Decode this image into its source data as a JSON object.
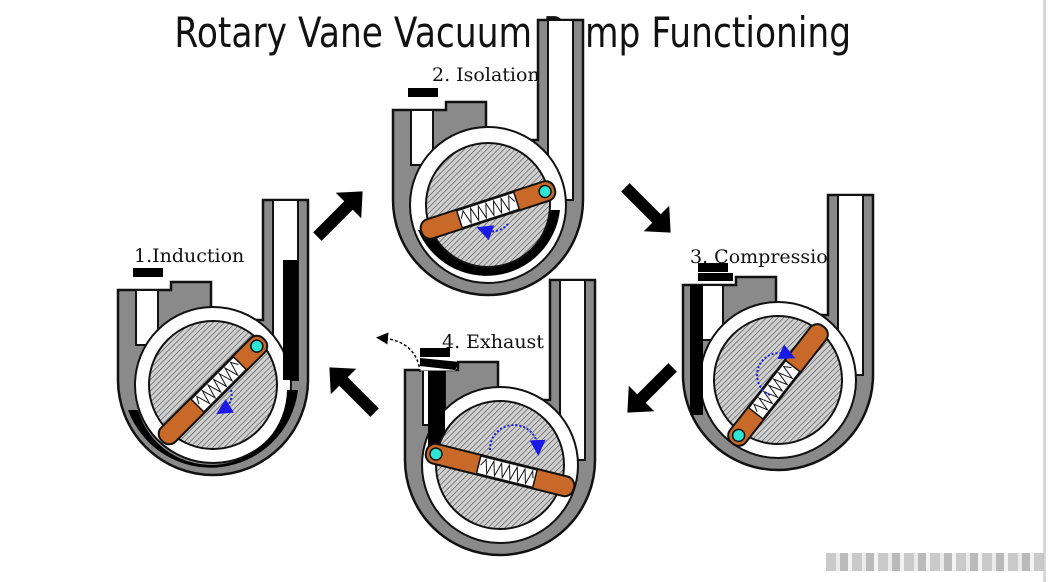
{
  "title": "Rotary Vane Vacuum Pump Functioning",
  "stages": {
    "isolation": "2. Isolation",
    "induction": "1.Induction",
    "compression": "3. Compression",
    "exhaust": "4. Exhaust"
  },
  "colors": {
    "housing": "#8a8a8a",
    "vane": "#c8692a",
    "pivot": "#2ee6d6",
    "rotation_arrow": "#1a1ae6",
    "black": "#000000"
  }
}
